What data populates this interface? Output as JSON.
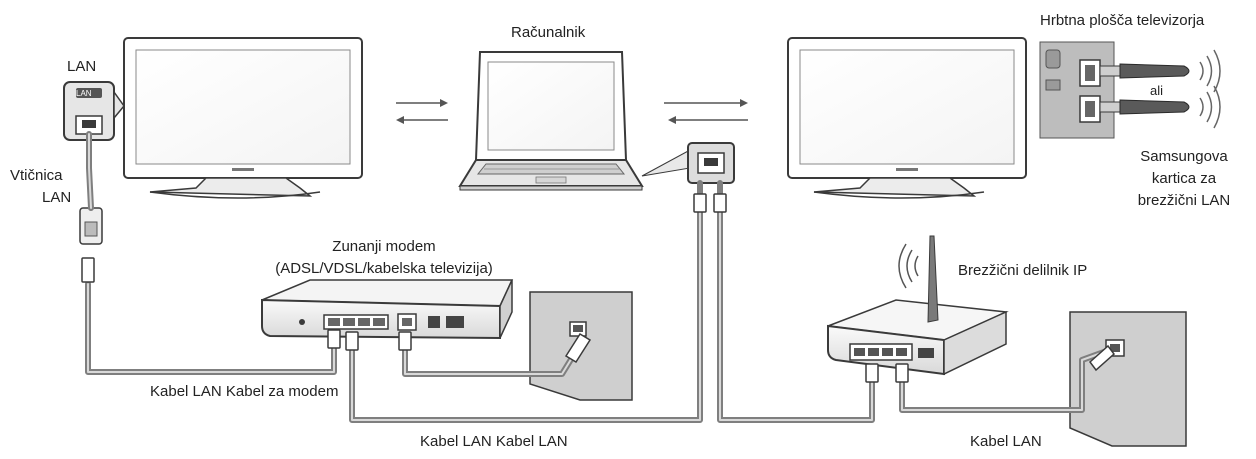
{
  "labels": {
    "lan": "LAN",
    "wall_socket_line1": "Vtičnica",
    "wall_socket_line2": "LAN",
    "computer": "Računalnik",
    "tv_back_panel": "Hrbtna plošča televizorja",
    "or": "ali",
    "wireless_adapter_line1": "Samsungova",
    "wireless_adapter_line2": "kartica za",
    "wireless_adapter_line3": "brezžični LAN",
    "external_modem_line1": "Zunanji modem",
    "external_modem_line2": "(ADSL/VDSL/kabelska televizija)",
    "wireless_ip_sharer": "Brezžični delilnik IP",
    "lan_and_modem_cable": "Kabel LAN Kabel za modem",
    "lan_cable_pair": "Kabel LAN Kabel LAN",
    "lan_cable_right": "Kabel LAN",
    "port_tag": "LAN"
  },
  "colors": {
    "outline": "#3a3a3a",
    "cable": "#7f7f7f",
    "cable_core": "#d9d9d9",
    "wall": "#cfcfcf",
    "device_body": "#f2f2f2",
    "panel": "#bdbdbd"
  },
  "icons": [
    "tv-icon",
    "laptop-icon",
    "modem-icon",
    "router-icon",
    "wall-socket-icon",
    "lan-port-icon",
    "usb-dongle-icon",
    "arrow-left-icon",
    "arrow-right-icon",
    "wireless-signal-icon"
  ]
}
